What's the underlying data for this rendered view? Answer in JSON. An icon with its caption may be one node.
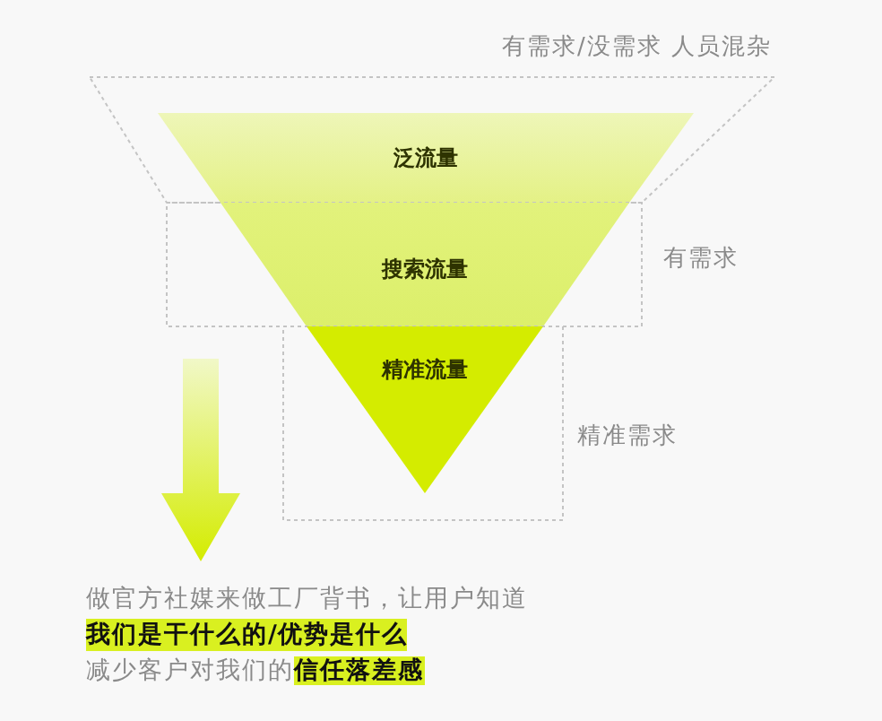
{
  "diagram": {
    "nodes": [
      {
        "text": [
          "有需求/没需求 人员混杂"
        ]
      },
      {
        "text": [
          "泛流量"
        ],
        "in": 0
      },
      {
        "text": [
          "有需求"
        ]
      },
      {
        "text": [
          "搜索流量"
        ],
        "in": 2
      },
      {
        "text": [
          "精准需求"
        ]
      },
      {
        "text": [
          "精准流量"
        ],
        "in": 4
      }
    ],
    "labels": [
      "做官方社媒来做工厂背书，让用户知道",
      "我们是干什么的/优势是什么",
      "减少客户对我们的**信任落差感**"
    ]
  }
}
